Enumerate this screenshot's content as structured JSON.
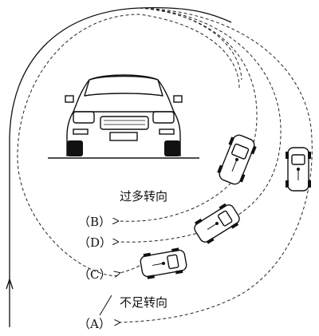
{
  "labels": {
    "oversteer": "过多转向",
    "understeer": "不足转向",
    "path_b": "（B）",
    "path_d": "（D）",
    "path_c": "（C）",
    "path_a": "（A）"
  }
}
